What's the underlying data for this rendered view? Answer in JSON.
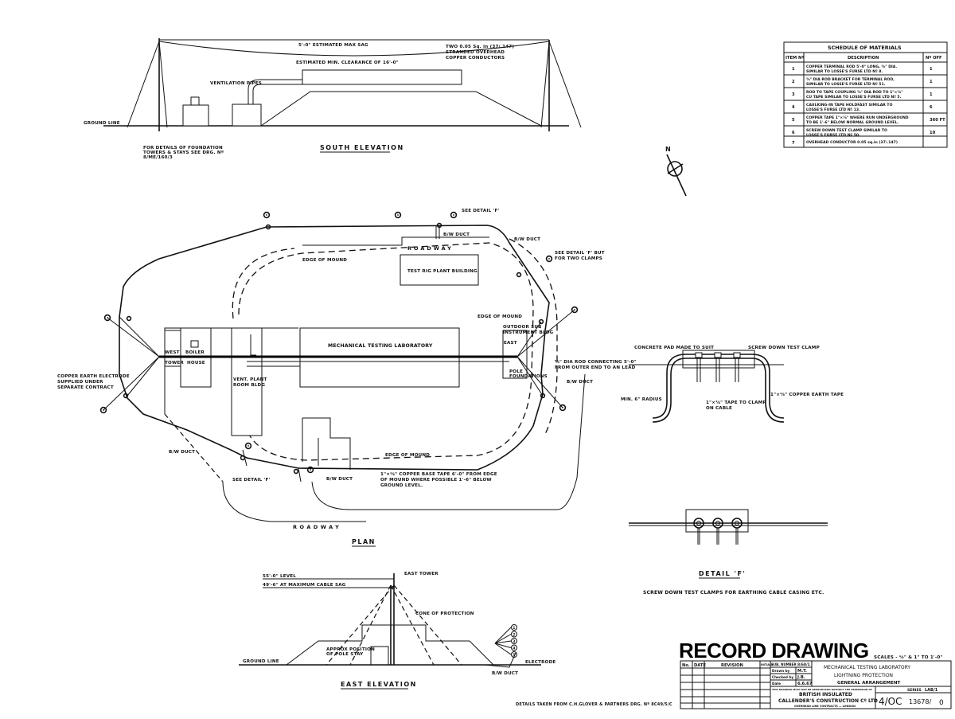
{
  "schedule": {
    "title": "SCHEDULE OF MATERIALS",
    "headers": [
      "ITEM Nº",
      "DESCRIPTION",
      "Nº OFF"
    ],
    "rows": [
      {
        "item": "1",
        "desc1": "COPPER TERMINAL ROD 5'-0\" LONG, ⅝\" DIA.",
        "desc2": "SIMILAR TO LOSSE'S FURSE LTD Nº 8.",
        "qty": "1"
      },
      {
        "item": "2",
        "desc1": "⅝\" DIA ROD BRACKET FOR TERMINAL ROD,",
        "desc2": "SIMILAR TO LOSSE'S FURSE LTD Nº 51.",
        "qty": "1"
      },
      {
        "item": "3",
        "desc1": "ROD TO TAPE COUPLING ⅝\" DIA ROD TO 1\"×⅛\"",
        "desc2": "CU TAPE SIMILAR TO LOSSE'S FURSE LTD Nº 5.",
        "qty": "1"
      },
      {
        "item": "4",
        "desc1": "CAULKING-IN TAPE HOLDFAST SIMILAR TO",
        "desc2": "LOSSE'S FURSE LTD Nº 13.",
        "qty": "6"
      },
      {
        "item": "5",
        "desc1": "COPPER TAPE 1\"×⅛\" WHERE RUN UNDERGROUND",
        "desc2": "TO BE 1'-6\" BELOW NORMAL GROUND LEVEL.",
        "qty": "360 FT"
      },
      {
        "item": "6",
        "desc1": "SCREW DOWN TEST CLAMP SIMILAR TO",
        "desc2": "LOSSE'S FURSE LTD Nº 50.",
        "qty": "10"
      },
      {
        "item": "7",
        "desc1": "OVERHEAD CONDUCTOR 0.05 sq.in (37/.147)",
        "desc2": "",
        "qty": ""
      }
    ]
  },
  "north": "N",
  "south_elevation": {
    "title": "SOUTH ELEVATION",
    "sag": "5'-0\" ESTIMATED MAX SAG",
    "clearance": "ESTIMATED MIN. CLEARANCE OF 16'-0\"",
    "conductors": [
      "TWO 0.05 Sq. in (37/.147)",
      "STRANDED OVERHEAD",
      "COPPER CONDUCTORS"
    ],
    "vent": "VENTILATION PIPES",
    "ground": "GROUND LINE",
    "note": [
      "FOR DETAILS OF FOUNDATION",
      "TOWERS & STAYS SEE DRG. Nº",
      "8/ME/160/3"
    ]
  },
  "plan": {
    "title": "PLAN",
    "roadway_top": "ROADWAY",
    "roadway_bottom": "ROADWAY",
    "test_rig": "TEST RIG PLANT BUILDING",
    "lab": "MECHANICAL TESTING LABORATORY",
    "boiler": "BOILER",
    "house": "HOUSE",
    "west_tower": "WEST",
    "west_tower2": "TOWER",
    "vent_plant": [
      "VENT. PLANT",
      "ROOM BLDG"
    ],
    "edge_mound_top": "EDGE OF MOUND",
    "edge_mound_right": "EDGE OF MOUND",
    "edge_mound_bottom": "EDGE OF MOUND",
    "outdoor": [
      "OUTDOOR SUB",
      "INSTRUMENT BLDG"
    ],
    "east_tower": "EAST",
    "pole_foundations": [
      "POLE",
      "FOUNDATIONS"
    ],
    "detail_f_top": "SEE DETAIL 'F'",
    "bw_duct_top": "B/W DUCT",
    "bw_duct_right": "B/W DUCT",
    "detail_f_right": [
      "SEE DETAIL 'F' BUT",
      "FOR TWO CLAMPS"
    ],
    "rod_note": [
      "⅝\" DIA ROD CONNECTING 5'-0\"",
      "FROM OUTER END TO AN LEAD"
    ],
    "bw_duct_right2": "B/W DUCT",
    "copper_earth": [
      "COPPER EARTH ELECTRODE",
      "SUPPLIED UNDER",
      "SEPARATE CONTRACT"
    ],
    "bw_duct_left": "B/W DUCT",
    "detail_f_left": "SEE DETAIL 'F'",
    "bw_duct_bottom": "B/W DUCT",
    "tape_note": [
      "1\"×⅛\" COPPER BASE TAPE 6'-0\" FROM EDGE",
      "OF MOUND WHERE POSSIBLE 1'-6\" BELOW",
      "GROUND LEVEL."
    ]
  },
  "detail_f": {
    "title": "DETAIL 'F'",
    "subtitle": "SCREW DOWN TEST CLAMPS FOR EARTHING CABLE CASING ETC.",
    "concrete": "CONCRETE PAD MADE TO SUIT",
    "clamp": "SCREW DOWN TEST CLAMP",
    "radius": "MIN. 6\" RADIUS",
    "tape": "1\"×⅛\" COPPER EARTH TAPE",
    "tape_clamp": [
      "1\"×⅛\" TAPE TO CLAMP",
      "ON CABLE"
    ]
  },
  "east_elevation": {
    "title": "EAST ELEVATION",
    "level1": "55'-0\" LEVEL",
    "level2": "49'-6\" AT MAXIMUM CABLE SAG",
    "tower": "EAST TOWER",
    "cone": "CONE OF PROTECTION",
    "stay": [
      "APPROX POSITION",
      "OF POLE STAY"
    ],
    "ground": "GROUND LINE",
    "electrode": "ELECTRODE",
    "duct": "B/W DUCT",
    "markers": [
      "1",
      "2",
      "3",
      "4",
      "5"
    ]
  },
  "stamp": "RECORD DRAWING",
  "scales": "SCALES - ⅛\" & 1\" TO 1'-0\"",
  "title_block": {
    "col_no": "No.",
    "col_date": "DATE",
    "col_revision": "REVISION",
    "col_initials": "INITIALS",
    "sub_no": "SUB. NUMBER",
    "sub_no_val": "8/68/1",
    "drawn": "Drawn by",
    "drawn_val": "M.T.",
    "checked": "Checked by",
    "checked_val": "J.B.",
    "date": "Date",
    "date_val": "6.6.67",
    "title1": "MECHANICAL TESTING LABORATORY",
    "title2": "LIGHTNING PROTECTION",
    "title3": "GENERAL ARRANGEMENT",
    "copyright": "THIS DRAWING MUST NOT BE REPRODUCED WITHOUT THE PERMISSION OF",
    "company1": "BRITISH INSULATED",
    "company2": "CALLENDER'S CONSTRUCTION Cº LTD",
    "company3": "OVERHEAD LINE CONTRACTS — LONDON",
    "series": "SERIES",
    "series_val": "LAB/1",
    "drg": "4/OC",
    "drg_no": "13678/",
    "drg_suffix": "0"
  },
  "footer_note": "DETAILS TAKEN FROM C.H.GLOVER & PARTNERS DRG. Nº 8C49/5/C"
}
